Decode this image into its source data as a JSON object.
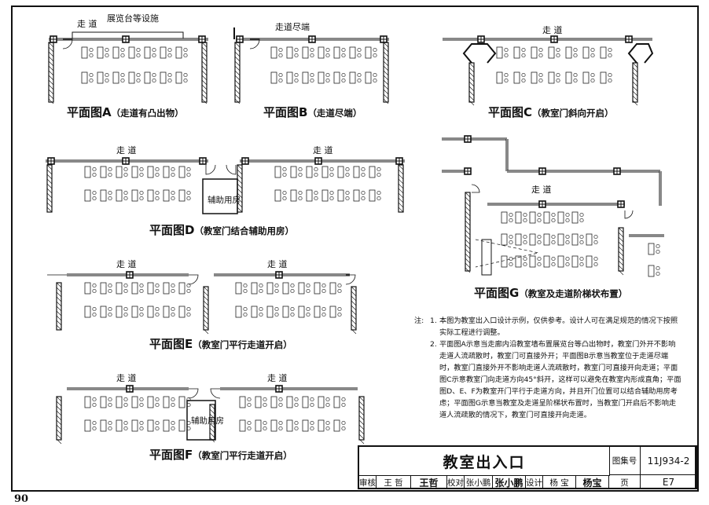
{
  "plans": {
    "A": {
      "caption_main": "平面图A",
      "caption_sub": "（走道有凸出物）",
      "corridor": "走 道",
      "exhibit": "展览台等设施"
    },
    "B": {
      "caption_main": "平面图B",
      "caption_sub": "（走道尽端）",
      "corridor_end": "走道尽端"
    },
    "C": {
      "caption_main": "平面图C",
      "caption_sub": "（教室门斜向开启）",
      "corridor": "走 道"
    },
    "D": {
      "caption_main": "平面图D",
      "caption_sub": "（教室门结合辅助用房）",
      "corridor_left": "走 道",
      "corridor_right": "走 道",
      "aux_room": "辅助用房"
    },
    "E": {
      "caption_main": "平面图E",
      "caption_sub": "（教室门平行走道开启）",
      "corridor_left": "走 道",
      "corridor_right": "走 道"
    },
    "F": {
      "caption_main": "平面图F",
      "caption_sub": "（教室门平行走道开启）",
      "corridor_left": "走 道",
      "corridor_right": "走 道",
      "aux_room": "辅助用房"
    },
    "G": {
      "caption_main": "平面图G",
      "caption_sub": "（教室及走道阶梯状布置）",
      "corridor": "走 道"
    }
  },
  "notes": {
    "label": "注:",
    "items": [
      {
        "num": "1.",
        "text": "本图为教室出入口设计示例，仅供参考。设计人可在满足规范的情况下按照实际工程进行调整。"
      },
      {
        "num": "2.",
        "text": "平面图A示意当走廊内沿教室墙布置展览台等凸出物时，教室门外开不影响走道人流疏散时，教室门可直接外开；平面图B示意当教室位于走道尽端时，教室门直接外开不影响走道人流疏散时，教室门可直接开向走道；平面图C示意教室门向走道方向45°斜开，这样可以避免在教室内形成直角；平面图D、E、F为教室开门平行于走道方向，并且开门位置可以结合辅助用房考虑；平面图G示意当教室及走道呈阶梯状布置时，当教室门开启后不影响走道人流疏散的情况下，教室门可直接开向走道。"
      }
    ]
  },
  "title_block": {
    "title": "教室出入口",
    "atlas_label": "图集号",
    "atlas_no": "11J934-2",
    "review_label": "审核",
    "reviewer": "王 哲",
    "reviewer_sig": "王哲",
    "check_label": "校对",
    "checker": "张小鹏",
    "checker_sig": "张小鹏",
    "design_label": "设计",
    "designer": "杨 宝",
    "designer_sig": "杨宝",
    "page_label": "页",
    "page_no": "E7"
  },
  "page_number": "90"
}
